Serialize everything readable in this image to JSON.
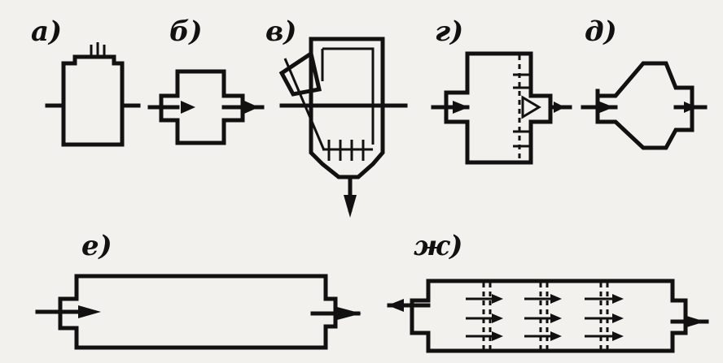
{
  "labels": {
    "a": "а)",
    "b": "б)",
    "v": "в)",
    "g": "г)",
    "d": "д)",
    "e": "е)",
    "zh": "ж)"
  },
  "colors": {
    "ink": "#111111",
    "paper": "#f2f1ee"
  }
}
